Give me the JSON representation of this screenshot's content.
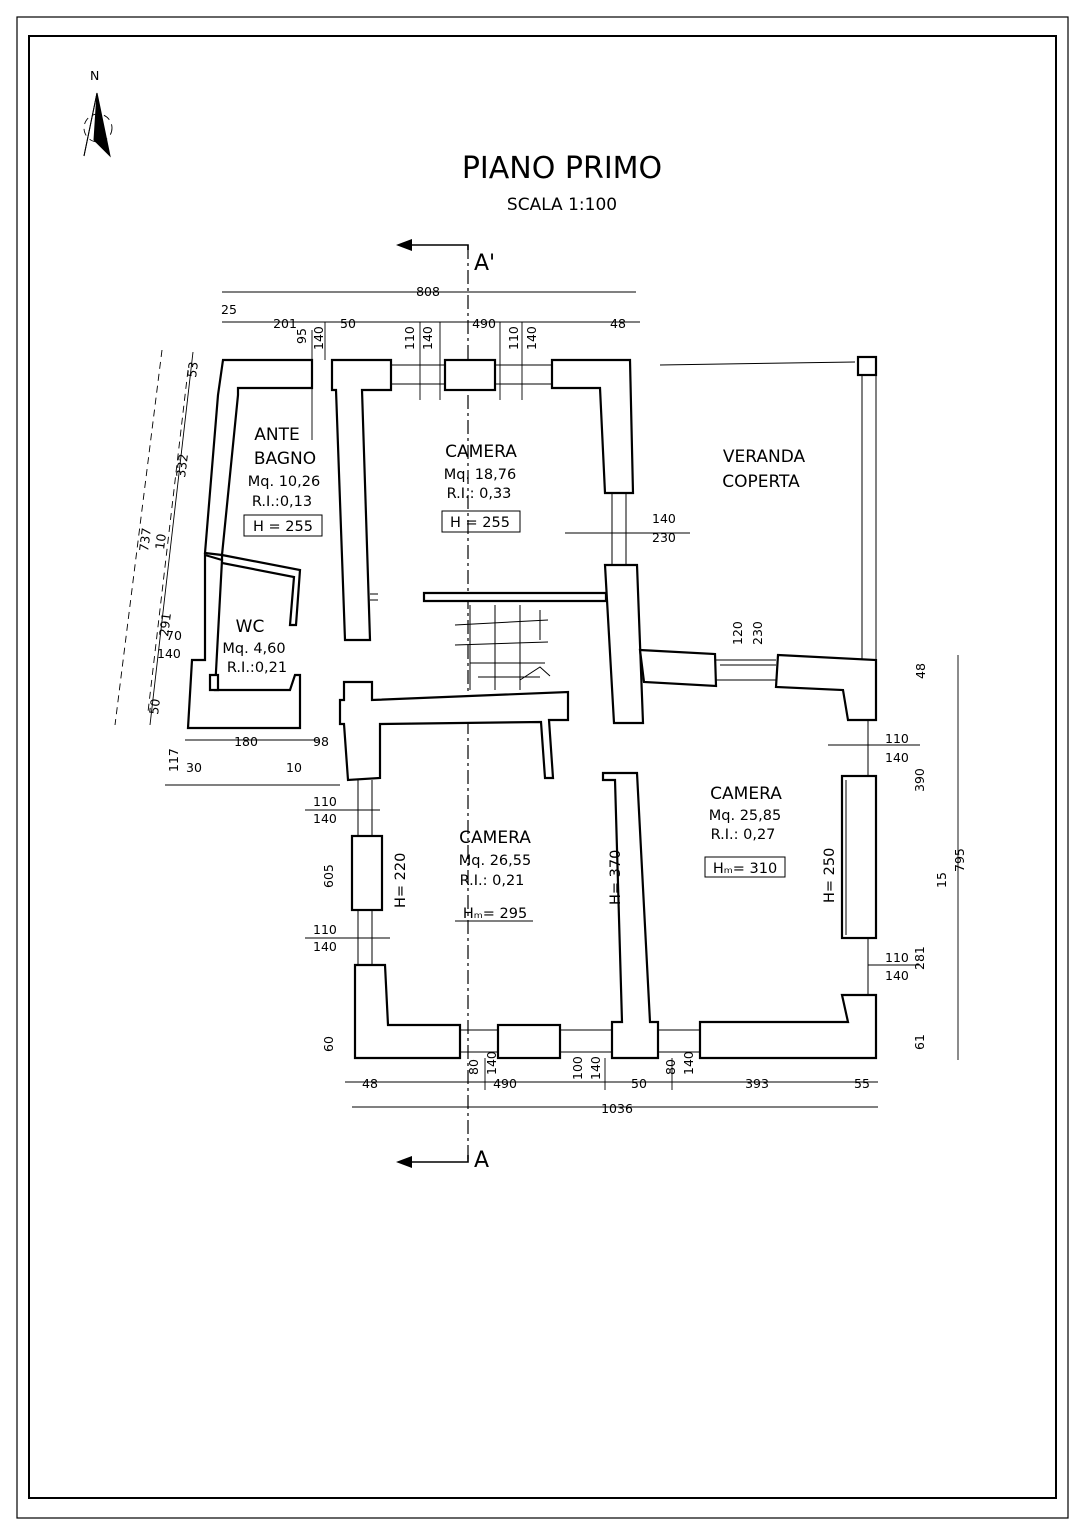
{
  "title": "PIANO PRIMO",
  "scale": "SCALA 1:100",
  "north": "N",
  "section_top": "A'",
  "section_bottom": "A",
  "rooms": {
    "ante_bagno": {
      "name1": "ANTE",
      "name2": "BAGNO",
      "area": "Mq. 10,26",
      "ri": "R.I.:0,13",
      "h": "H = 255"
    },
    "camera_top": {
      "name": "CAMERA",
      "area": "Mq. 18,76",
      "ri": "R.I.: 0,33",
      "h": "H = 255"
    },
    "veranda": {
      "name1": "VERANDA",
      "name2": "COPERTA"
    },
    "wc": {
      "name": "WC",
      "area": "Mq. 4,60",
      "ri": "R.I.:0,21"
    },
    "camera_bl": {
      "name": "CAMERA",
      "area": "Mq. 26,55",
      "ri": "R.I.: 0,21",
      "h": "Hₘ= 295"
    },
    "camera_br": {
      "name": "CAMERA",
      "area": "Mq. 25,85",
      "ri": "R.I.: 0,27",
      "h": "Hₘ= 310"
    }
  },
  "heights": {
    "h220": "H= 220",
    "h370": "H= 370",
    "h250": "H= 250"
  },
  "dims": {
    "top_808": "808",
    "top_25": "25",
    "top_201": "201",
    "top_50": "50",
    "top_490": "490",
    "top_48": "48",
    "v95": "95",
    "v140a": "140",
    "v110a": "110",
    "v140b": "140",
    "v110b": "110",
    "v140c": "140",
    "left_53": "53",
    "left_332": "332",
    "left_737": "737",
    "left_10a": "10",
    "left_291": "291",
    "left_70": "70",
    "left_140": "140",
    "left_50": "50",
    "left_117": "117",
    "bot_30": "30",
    "bot_180": "180",
    "bot_10": "10",
    "bot_98": "98",
    "v_140_230_a": "140",
    "v_140_230_b": "230",
    "v_120": "120",
    "v_230": "230",
    "r48": "48",
    "r110": "110",
    "r140": "140",
    "r390": "390",
    "r795": "795",
    "r15": "15",
    "r110b": "110",
    "r140b": "140",
    "r281": "281",
    "r61": "61",
    "l110": "110",
    "l140": "140",
    "l605": "605",
    "l110b": "110",
    "l140b": "140",
    "l60": "60",
    "b48": "48",
    "b80a": "80",
    "b140a": "140",
    "b490": "490",
    "b100": "100",
    "b140b": "140",
    "b50": "50",
    "b80b": "80",
    "b140c": "140",
    "b393": "393",
    "b55": "55",
    "b1036": "1036"
  }
}
